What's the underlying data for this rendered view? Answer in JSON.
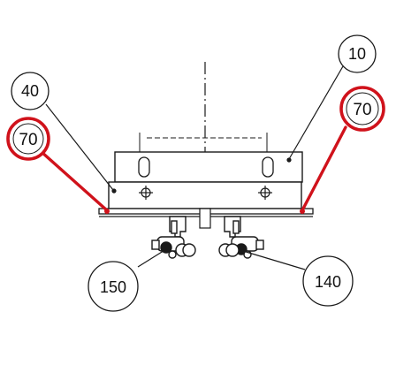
{
  "diagram": {
    "callouts": {
      "c10": "10",
      "c40": "40",
      "c70_left": "70",
      "c70_right": "70",
      "c150": "150",
      "c140": "140"
    },
    "colors": {
      "line": "#1a1a1a",
      "highlight": "#d0121b",
      "background": "#ffffff"
    }
  }
}
